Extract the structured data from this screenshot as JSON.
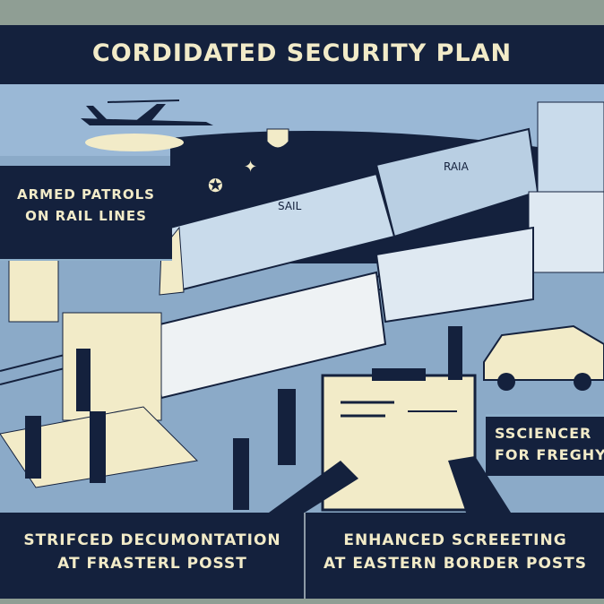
{
  "header": {
    "title": "CORDIDATED SECURITY PLAN"
  },
  "panels": {
    "patrols": {
      "line1": "ARMED PATROLS",
      "line2": "ON RAIL LINES"
    },
    "freight": {
      "line1": "SSCIENCER",
      "line2": "FOR FREGHY"
    }
  },
  "train": {
    "label_front": "SAIL",
    "label_rear": "RAIA"
  },
  "captions": {
    "left": {
      "line1": "STRIFCED DECUMONTATION",
      "line2": "AT FRASTERL POSST"
    },
    "right": {
      "line1": "ENHANCED SCREEETING",
      "line2": "AT EASTERN BORDER POSTS"
    }
  },
  "colors": {
    "navy": "#14213d",
    "cream": "#f2ebc8",
    "light_blue": "#9ab8d6",
    "sage": "#8f9e94"
  }
}
